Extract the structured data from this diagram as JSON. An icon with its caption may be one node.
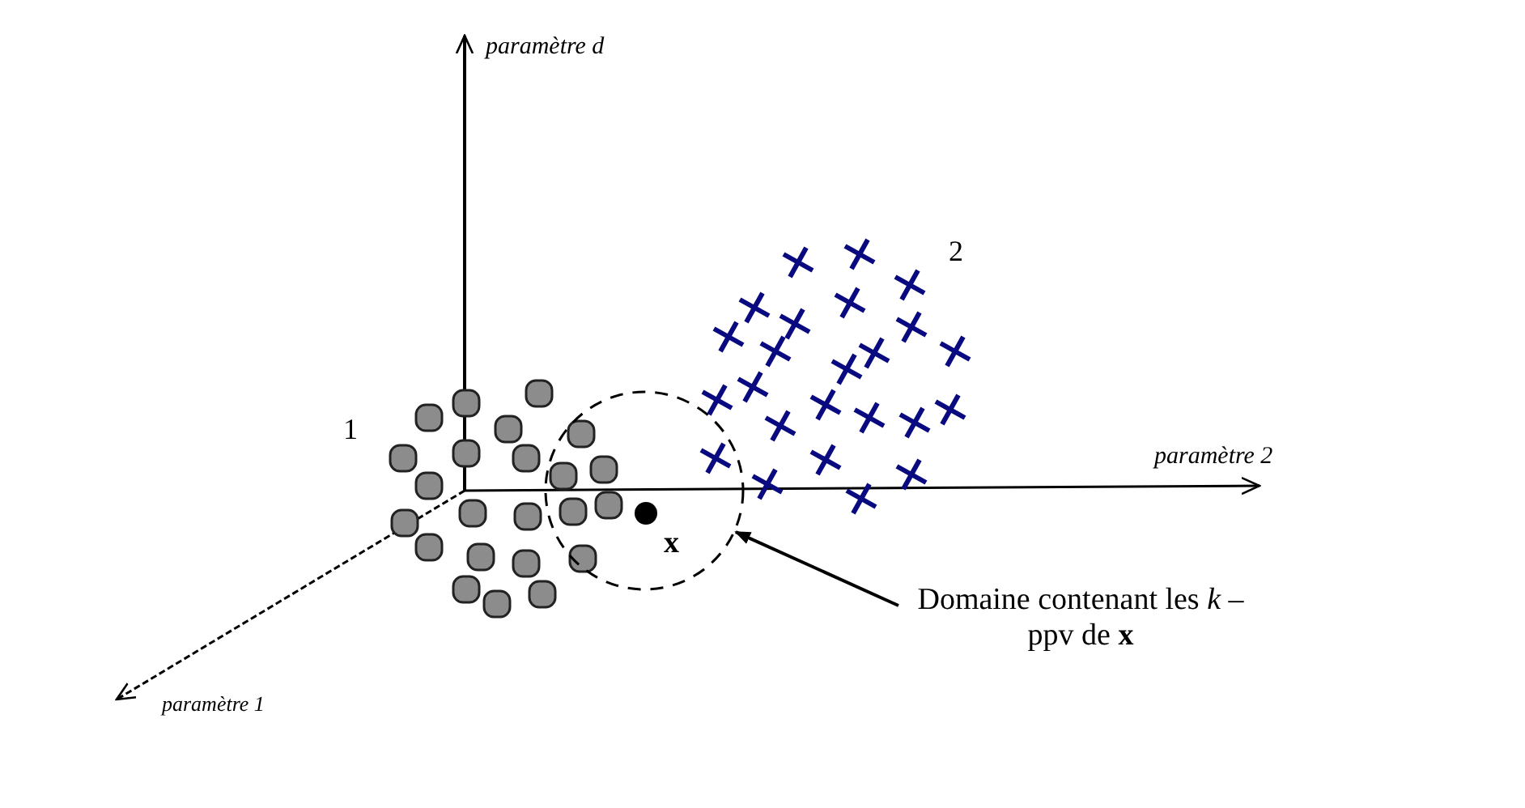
{
  "diagram": {
    "nodes": [
      {
        "text": [
          "Domaine contenant les *k* – ppv de **x**"
        ]
      },
      {
        "text": [],
        "shape": "circle"
      }
    ],
    "edges": [
      {
        "from": 0,
        "to": 1,
        "arrow": "to"
      }
    ],
    "labels": [
      "paramètre d",
      "2",
      "1",
      "paramètre 2",
      "x",
      "paramètre 1"
    ]
  }
}
